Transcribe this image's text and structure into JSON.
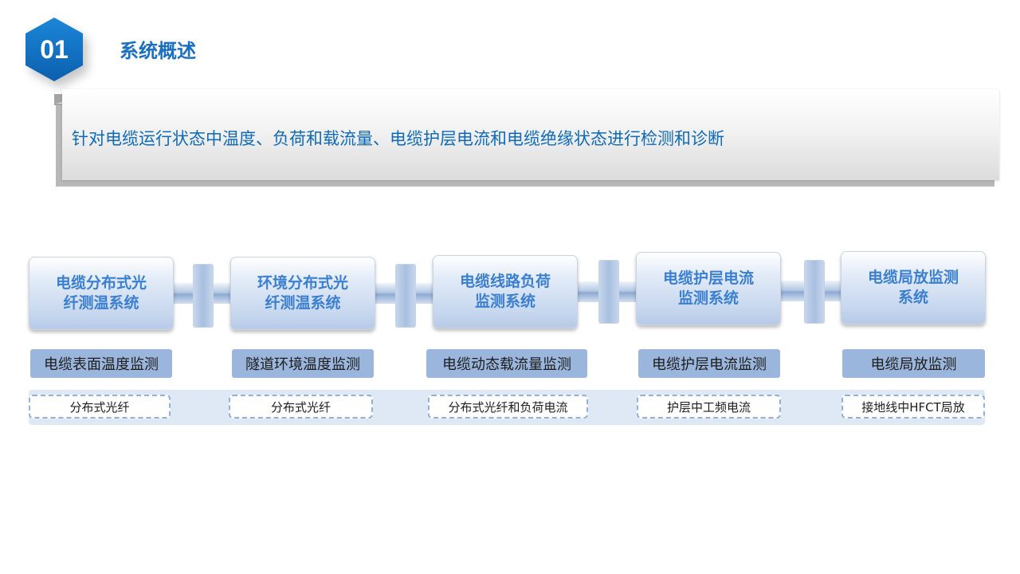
{
  "section": {
    "number": "01",
    "title": "系统概述"
  },
  "banner": {
    "text": "针对电缆运行状态中温度、负荷和载流量、电缆护层电流和电缆绝缘状态进行检测和诊断"
  },
  "modules": [
    {
      "title": "电缆分布式光\n纤测温系统",
      "metric": "电缆表面温度监测",
      "method": "分布式光纤"
    },
    {
      "title": "环境分布式光\n纤测温系统",
      "metric": "隧道环境温度监测",
      "method": "分布式光纤"
    },
    {
      "title": "电缆线路负荷\n监测系统",
      "metric": "电缆动态载流量监测",
      "method": "分布式光纤和负荷电流"
    },
    {
      "title": "电缆护层电流\n监测系统",
      "metric": "电缆护层电流监测",
      "method": "护层中工频电流"
    },
    {
      "title": "电缆局放监测\n系统",
      "metric": "电缆局放监测",
      "method": "接地线中HFCT局放"
    }
  ],
  "colors": {
    "accent": "#1a6fc0",
    "module_text": "#3b7fd0",
    "metric_bg": "#9bb6dc",
    "method_band": "#dfe8f5",
    "method_border": "#92b0db"
  }
}
